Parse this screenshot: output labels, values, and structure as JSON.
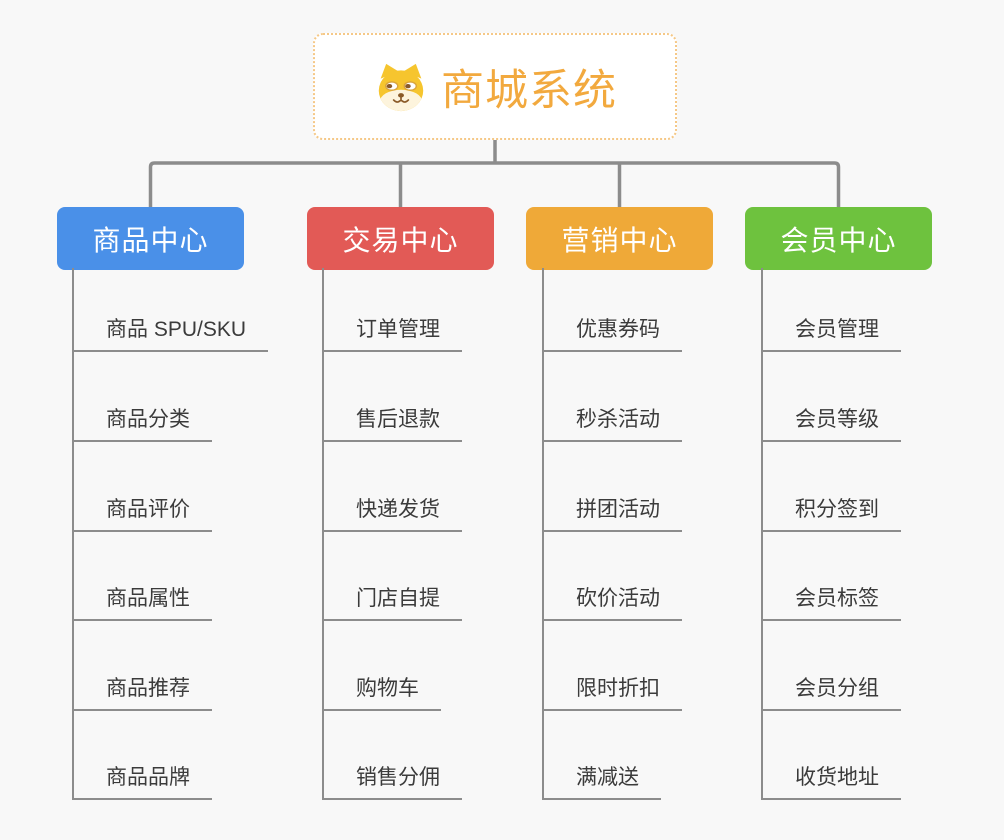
{
  "style": {
    "background": "#f8f8f8",
    "line_color": "#8c8c8c",
    "leaf_text_color": "#3b3b3b"
  },
  "root": {
    "title": "商城系统",
    "icon": "shiba-dog-icon",
    "text_color": "#f2a93e",
    "border_color": "#f5c887",
    "background": "#ffffff"
  },
  "branches": [
    {
      "label": "商品中心",
      "color": "#4a90e8",
      "children": [
        "商品 SPU/SKU",
        "商品分类",
        "商品评价",
        "商品属性",
        "商品推荐",
        "商品品牌"
      ]
    },
    {
      "label": "交易中心",
      "color": "#e25a56",
      "children": [
        "订单管理",
        "售后退款",
        "快递发货",
        "门店自提",
        "购物车",
        "销售分佣"
      ]
    },
    {
      "label": "营销中心",
      "color": "#efa938",
      "children": [
        "优惠券码",
        "秒杀活动",
        "拼团活动",
        "砍价活动",
        "限时折扣",
        "满减送"
      ]
    },
    {
      "label": "会员中心",
      "color": "#6ec23e",
      "children": [
        "会员管理",
        "会员等级",
        "积分签到",
        "会员标签",
        "会员分组",
        "收货地址"
      ]
    }
  ]
}
